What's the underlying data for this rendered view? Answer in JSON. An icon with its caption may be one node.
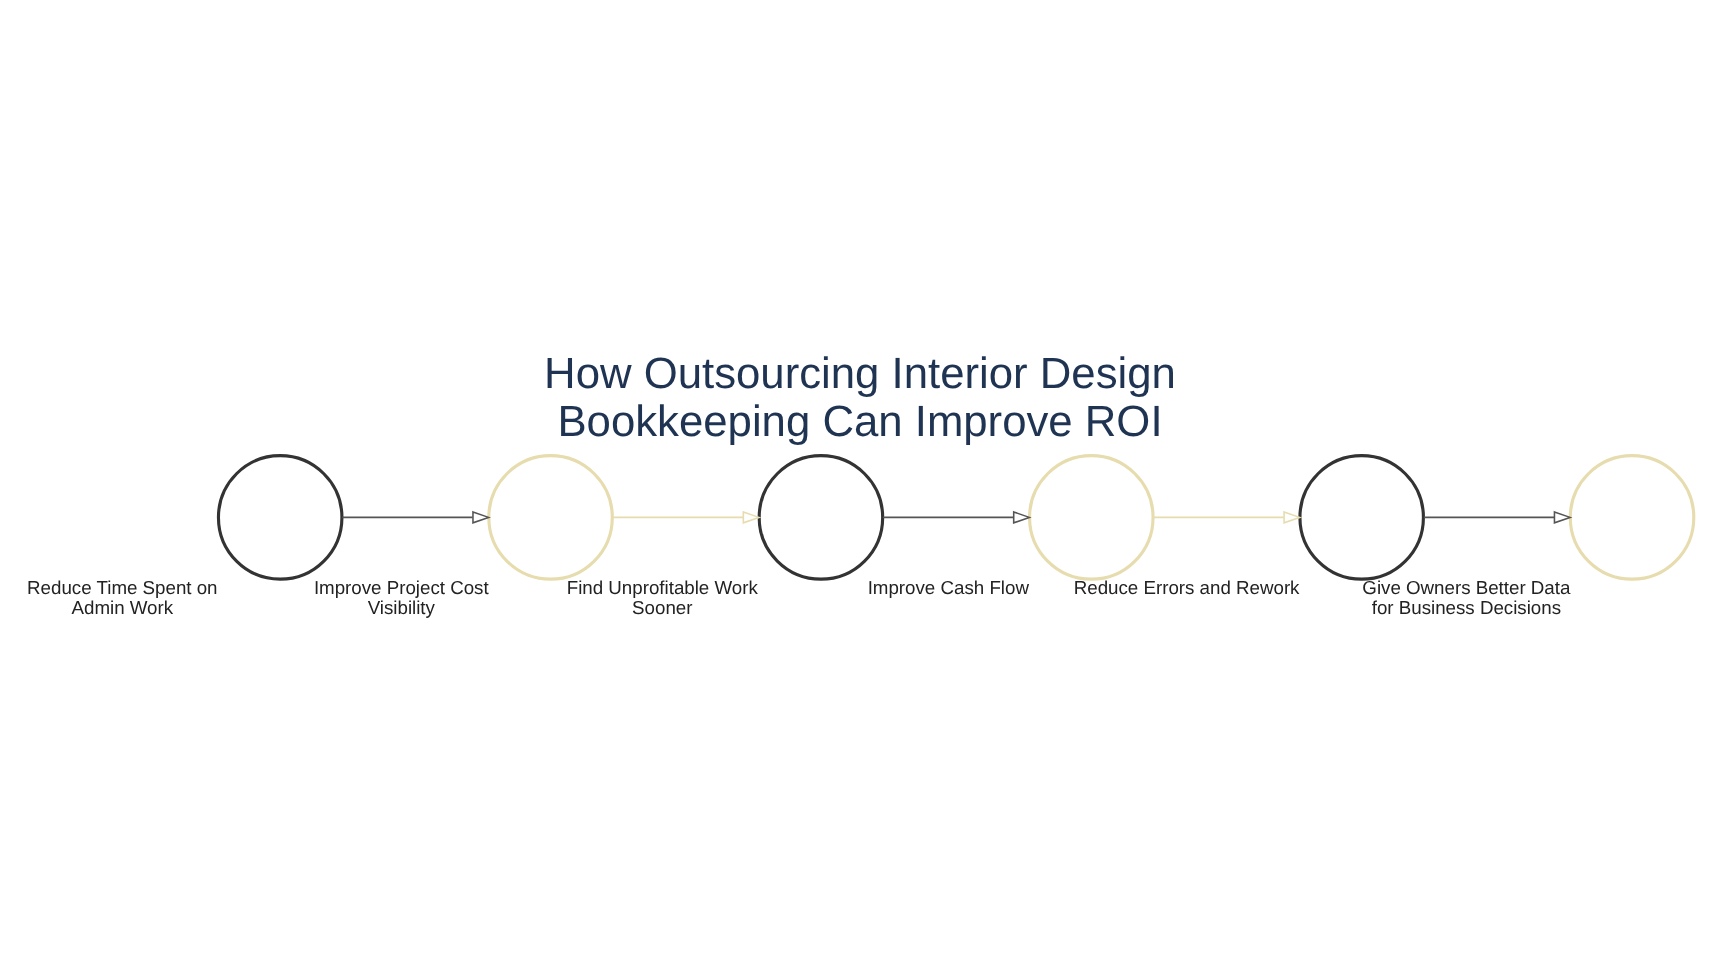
{
  "diagram": {
    "title": "How Outsourcing Interior Design Bookkeeping Can Improve ROI",
    "nodes": [
      {
        "text": [],
        "shape": "circle",
        "beside": [
          "Reduce Time Spent on Admin Work"
        ]
      },
      {
        "text": [],
        "shape": "circle",
        "beside": [
          "Improve Project Cost Visibility"
        ]
      },
      {
        "text": [],
        "shape": "circle",
        "beside": [
          "Find Unprofitable Work Sooner"
        ]
      },
      {
        "text": [],
        "shape": "circle",
        "beside": [
          "Improve Cash Flow"
        ]
      },
      {
        "text": [],
        "shape": "circle",
        "beside": [
          "Reduce Errors and Rework"
        ]
      },
      {
        "text": [],
        "shape": "circle",
        "beside": [
          "Give Owners Better Data for Business Decisions"
        ]
      }
    ],
    "edges": [
      {
        "from": 0,
        "to": 1,
        "arrow": "to"
      },
      {
        "from": 1,
        "to": 2,
        "arrow": "to",
        "color": "#e6dcae"
      },
      {
        "from": 2,
        "to": 3,
        "arrow": "to"
      },
      {
        "from": 3,
        "to": 4,
        "arrow": "to",
        "color": "#e6dcae"
      },
      {
        "from": 4,
        "to": 5,
        "arrow": "to"
      }
    ]
  }
}
